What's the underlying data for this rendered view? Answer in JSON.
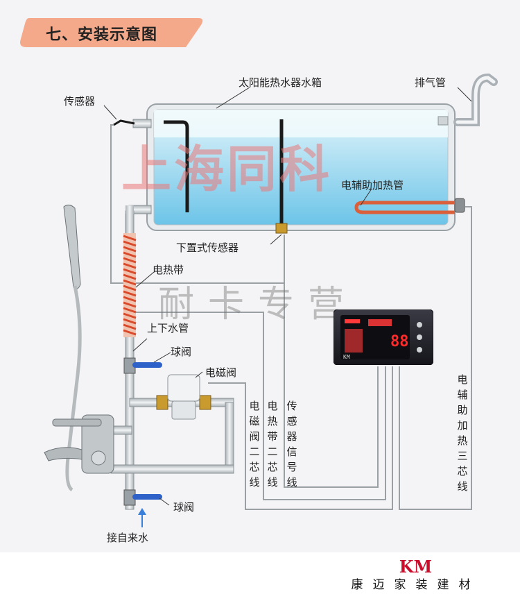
{
  "title": "七、安装示意图",
  "labels": {
    "tank": "太阳能热水器水箱",
    "vent_pipe": "排气管",
    "sensor": "传感器",
    "electric_heater": "电辅助加热管",
    "bottom_sensor": "下置式传感器",
    "heat_tape": "电热带",
    "updown_pipe": "上下水管",
    "ball_valve_top": "球阀",
    "solenoid_valve": "电磁阀",
    "ball_valve_bottom": "球阀",
    "water_inlet": "接自来水"
  },
  "wire_labels": {
    "solenoid_wire": "电磁阀二芯线",
    "heat_tape_wire": "电热带二芯线",
    "sensor_wire": "传感器信号线",
    "heater_wire": "电辅助加热三芯线"
  },
  "watermarks": {
    "top": "上海同科",
    "middle": "耐卡专营"
  },
  "controller": {
    "display_value": "88",
    "brand_small": "KM"
  },
  "brand": {
    "logo": "KM",
    "name": "康迈家装建材"
  },
  "colors": {
    "water": "#8fd3ee",
    "pipe": "#d9dde0",
    "heat_tape": "#d94a2a",
    "banner": "#f4a98a",
    "controller": "#1b1b22"
  }
}
